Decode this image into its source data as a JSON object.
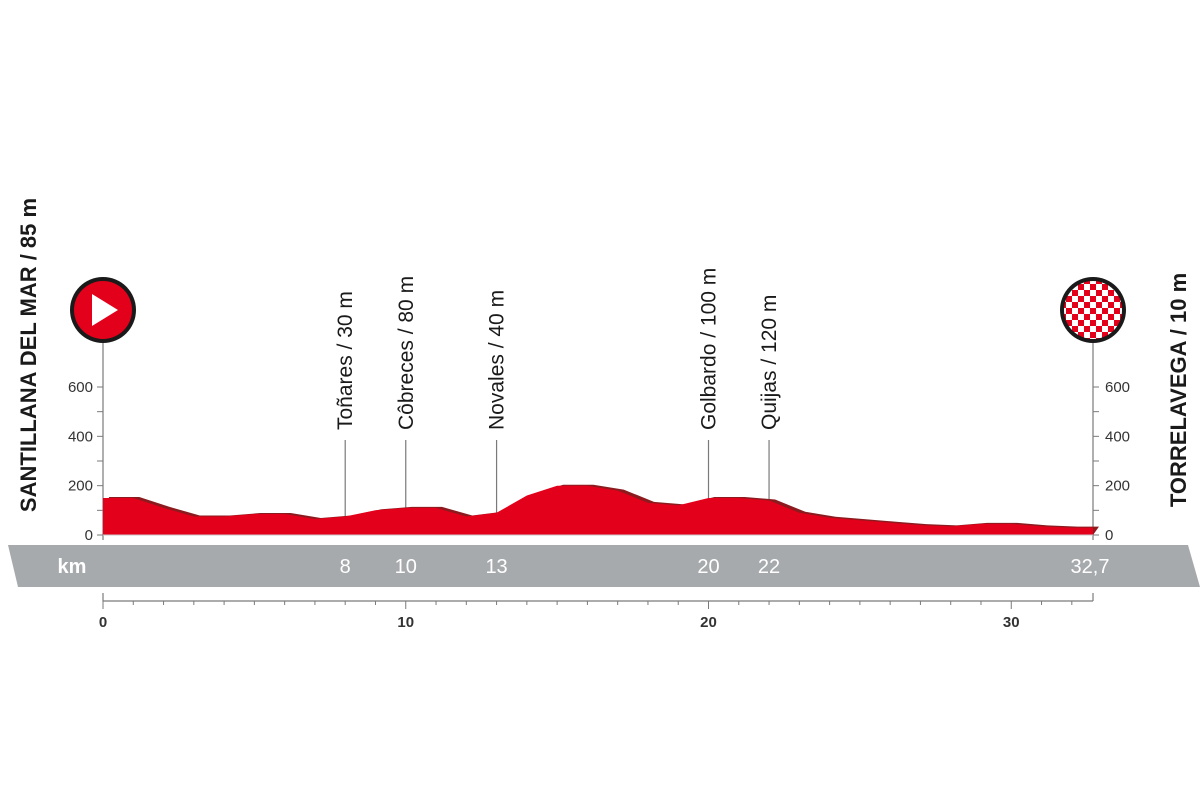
{
  "chart_data": {
    "type": "area",
    "start_label": "SANTILLANA DEL MAR / 85 m",
    "finish_label": "TORRELAVEGA / 10 m",
    "km_label": "km",
    "total_distance_label": "32,7",
    "xlim": [
      0,
      32.7
    ],
    "ylim": [
      0,
      700
    ],
    "y_ticks": [
      0,
      200,
      400,
      600
    ],
    "x_ticks": [
      0,
      10,
      20,
      30
    ],
    "profile": {
      "x": [
        0,
        1,
        2,
        3,
        4,
        5,
        6,
        7,
        8,
        9,
        10,
        11,
        12,
        13,
        14,
        15,
        16,
        17,
        18,
        19,
        20,
        21,
        22,
        23,
        24,
        25,
        26,
        27,
        28,
        29,
        30,
        31,
        32,
        32.7
      ],
      "y": [
        150,
        150,
        110,
        75,
        75,
        85,
        85,
        65,
        75,
        100,
        110,
        110,
        75,
        90,
        160,
        200,
        200,
        180,
        130,
        120,
        150,
        150,
        140,
        90,
        70,
        60,
        50,
        40,
        35,
        45,
        45,
        35,
        30,
        30
      ]
    },
    "climbs": [
      {
        "name": "Toñares / 30 m",
        "km": 8,
        "km_label": "8"
      },
      {
        "name": "Côbreces / 80 m",
        "km": 10,
        "km_label": "10"
      },
      {
        "name": "Novales / 40 m",
        "km": 13,
        "km_label": "13"
      },
      {
        "name": "Golbardo / 100 m",
        "km": 20,
        "km_label": "20"
      },
      {
        "name": "Quijas / 120 m",
        "km": 22,
        "km_label": "22"
      }
    ],
    "colors": {
      "profile": "#e2001a",
      "profile_shadow": "#8c1b1f",
      "km_band": "#a7aaad",
      "axis": "#7a7a7a"
    },
    "start_icon": "play-icon",
    "finish_icon": "checkered-flag-icon"
  }
}
